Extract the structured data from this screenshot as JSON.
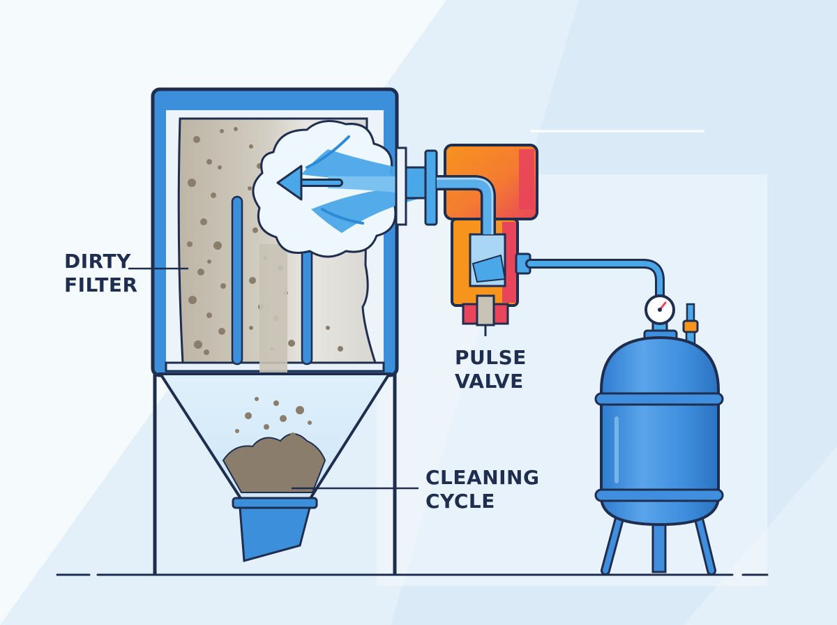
{
  "labels": {
    "dirty_filter": [
      "DIRTY",
      "FILTER"
    ],
    "pulse_valve": [
      "PULSE",
      "VALVE"
    ],
    "cleaning_cycle": [
      "CLEANING",
      "CYCLE"
    ]
  },
  "colors": {
    "outline": "#1f2d4e",
    "housing_blue": "#3b8fdb",
    "tank_blue": "#3f8fde",
    "valve_orange": "#f7941d",
    "valve_red": "#e8455a",
    "dust": "#8a7d6c",
    "filter_bag": "#c9c3b6",
    "air_jet": "#4aa8e8",
    "background": "#f5fafd"
  },
  "icons": {
    "pressure_gauge": "gauge-icon",
    "air_flow_arrow": "arrow-left-icon"
  }
}
